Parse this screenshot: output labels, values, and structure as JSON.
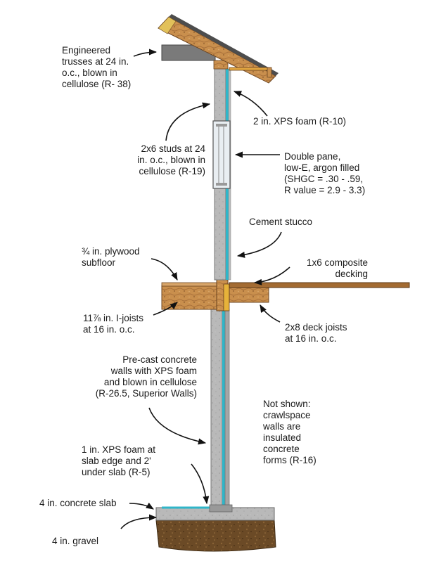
{
  "labels": {
    "trusses": [
      "Engineered",
      "trusses at 24 in.",
      "o.c., blown in",
      "cellulose (R- 38)"
    ],
    "xps_wall": [
      "2 in.  XPS foam (R-10)"
    ],
    "studs": [
      "2x6 studs at 24",
      "in. o.c., blown in",
      "cellulose (R-19)"
    ],
    "window": [
      "Double pane,",
      "low-E, argon filled",
      "(SHGC = .30 - .59,",
      "R value = 2.9 - 3.3)"
    ],
    "stucco": [
      "Cement stucco"
    ],
    "subfloor": [
      "¾ in. plywood",
      "subfloor"
    ],
    "decking": [
      "1x6 composite",
      "decking"
    ],
    "ijoists": [
      "11⅞ in.  I-joists",
      "at 16 in. o.c."
    ],
    "deck_joists": [
      "2x8 deck joists",
      "at 16 in. o.c."
    ],
    "precast": [
      "Pre-cast concrete",
      "walls with XPS foam",
      "and blown in cellulose",
      "(R-26.5, Superior Walls)"
    ],
    "not_shown": [
      "Not shown:",
      "crawlspace",
      "walls are",
      "insulated",
      "concrete",
      "forms (R-16)"
    ],
    "slab_edge": [
      "1 in. XPS foam at",
      "slab edge and 2'",
      "under slab (R-5)"
    ],
    "slab": [
      "4 in.  concrete slab"
    ],
    "gravel": [
      "4 in.  gravel"
    ]
  },
  "colors": {
    "wood": "#c98f4d",
    "wood_dark": "#8a5a2b",
    "concrete": "#b9b9b9",
    "concrete_dark": "#8d8d8d",
    "xps": "#2fb6c9",
    "gravel": "#6b4a26",
    "roof_deck": "#7a7a7a",
    "glass": "#e9eef2",
    "line": "#222222"
  }
}
